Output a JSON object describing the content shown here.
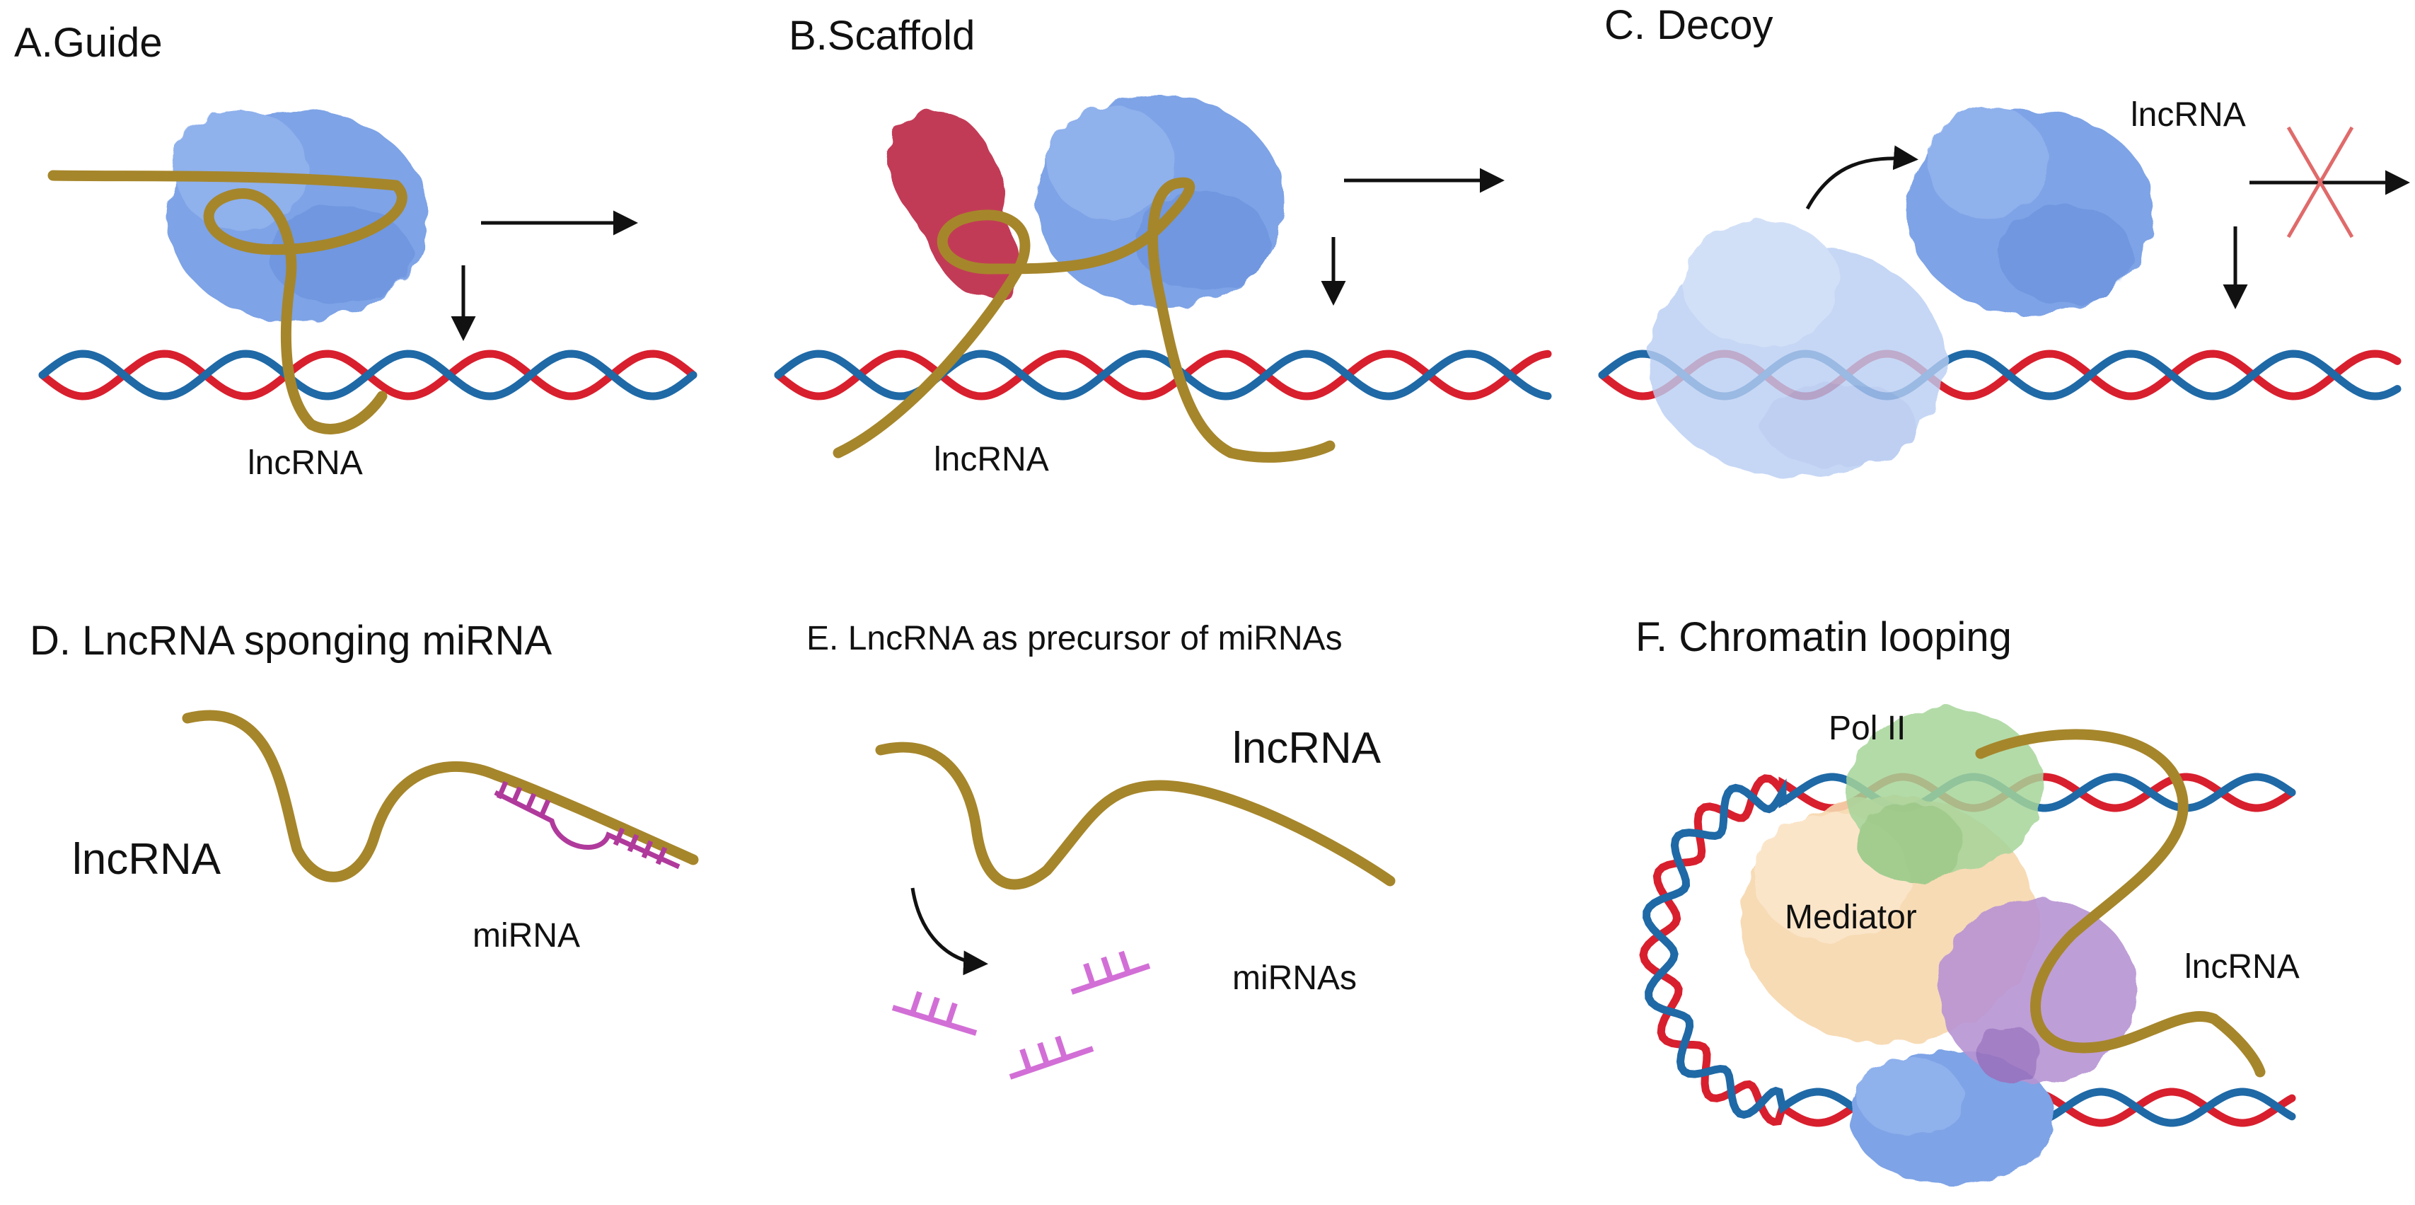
{
  "colors": {
    "dna_red": "#d81f2e",
    "dna_blue": "#1f69a6",
    "lncrna": "#a6862b",
    "protein_blue": "#7ea3e6",
    "protein_blue_faded": "#b9cef3",
    "protein_red": "#c23a57",
    "mirna": "#d26fd6",
    "pol2": "#a6d59a",
    "mediator": "#f7d8ae",
    "purple_protein": "#b894d3",
    "inhibit_x": "#e06a6a"
  },
  "panels": {
    "a": {
      "title": "A.Guide",
      "lncrna_label": "lncRNA"
    },
    "b": {
      "title": "B.Scaffold",
      "lncrna_label": "lncRNA"
    },
    "c": {
      "title": "C. Decoy",
      "lncrna_label": "lncRNA"
    },
    "d": {
      "title": "D. LncRNA sponging miRNA",
      "lncrna_label": "lncRNA",
      "mirna_label": "miRNA"
    },
    "e": {
      "title": "E. LncRNA as precursor of miRNAs",
      "lncrna_label": "lncRNA",
      "mirnas_label": "miRNAs"
    },
    "f": {
      "title": "F. Chromatin looping",
      "pol2_label": "Pol II",
      "mediator_label": "Mediator",
      "lncrna_label": "lncRNA"
    }
  }
}
